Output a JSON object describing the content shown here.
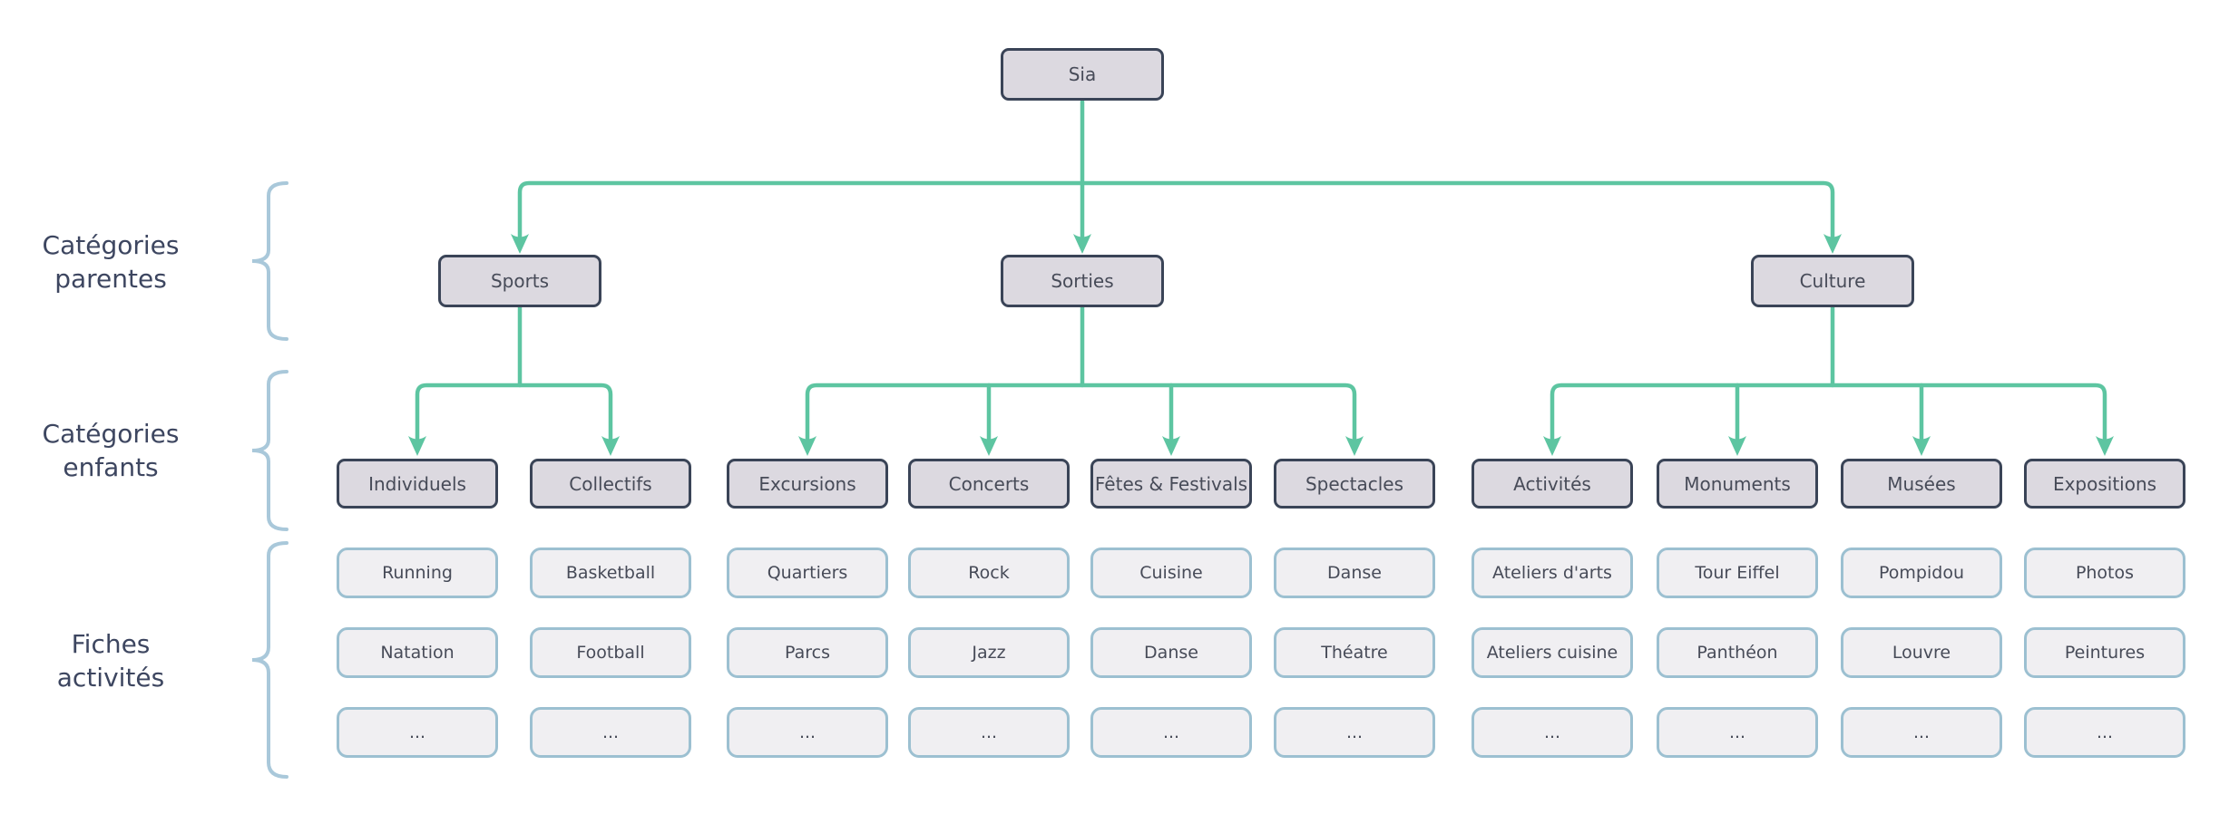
{
  "title": "Sia",
  "colors": {
    "connector": "#5dc5a1",
    "cat-border": "#3a4457",
    "cat-fill": "#dcd9e0",
    "fiche-border": "#9cc0d1",
    "fiche-fill": "#f0eff2",
    "brace": "#a9c8da",
    "label-text": "#3d4660",
    "node-text": "#474b58"
  },
  "root": {
    "label": "Sia"
  },
  "row_labels": {
    "parents": "Catégories\nparentes",
    "children": "Catégories\nenfants",
    "fiches": "Fiches\nactivités"
  },
  "groups": [
    {
      "parent": "Sports",
      "children": [
        {
          "label": "Individuels",
          "fiches": [
            "Running",
            "Natation",
            "..."
          ]
        },
        {
          "label": "Collectifs",
          "fiches": [
            "Basketball",
            "Football",
            "..."
          ]
        }
      ]
    },
    {
      "parent": "Sorties",
      "children": [
        {
          "label": "Excursions",
          "fiches": [
            "Quartiers",
            "Parcs",
            "..."
          ]
        },
        {
          "label": "Concerts",
          "fiches": [
            "Rock",
            "Jazz",
            "..."
          ]
        },
        {
          "label": "Fêtes & Festivals",
          "fiches": [
            "Cuisine",
            "Danse",
            "..."
          ]
        },
        {
          "label": "Spectacles",
          "fiches": [
            "Danse",
            "Théatre",
            "..."
          ]
        }
      ]
    },
    {
      "parent": "Culture",
      "children": [
        {
          "label": "Activités",
          "fiches": [
            "Ateliers d'arts",
            "Ateliers cuisine",
            "..."
          ]
        },
        {
          "label": "Monuments",
          "fiches": [
            "Tour Eiffel",
            "Panthéon",
            "..."
          ]
        },
        {
          "label": "Musées",
          "fiches": [
            "Pompidou",
            "Louvre",
            "..."
          ]
        },
        {
          "label": "Expositions",
          "fiches": [
            "Photos",
            "Peintures",
            "..."
          ]
        }
      ]
    }
  ]
}
